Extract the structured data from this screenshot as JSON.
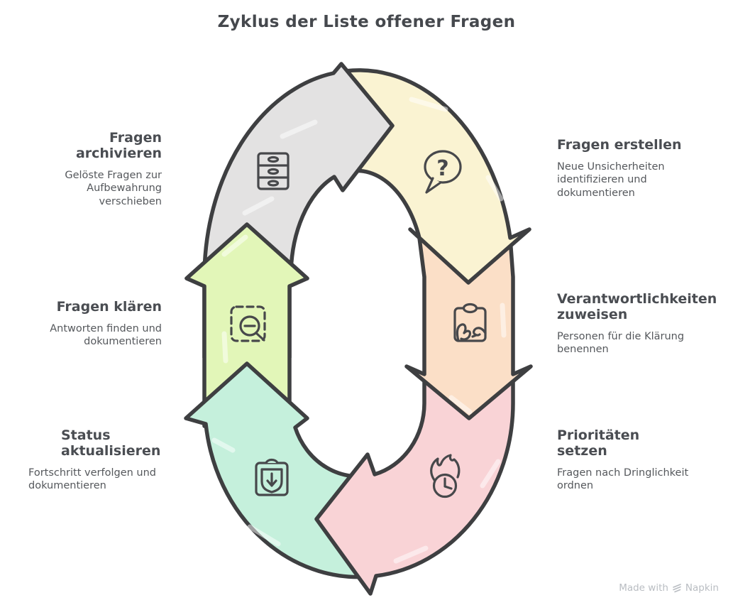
{
  "title": "Zyklus der Liste offener Fragen",
  "watermark": {
    "prefix": "Made with",
    "brand": "Napkin"
  },
  "stroke_color": "#3E3F41",
  "steps": [
    {
      "id": "fragen-erstellen",
      "label": "Fragen erstellen",
      "description": "Neue Unsicherheiten\nidentifizieren und\ndokumentieren",
      "color": "#FAF3D2",
      "icon": "question-speech-bubble-icon"
    },
    {
      "id": "verantwortlichkeiten-zuweisen",
      "label": "Verantwortlichkeiten\nzuweisen",
      "description": "Personen für die Klärung\nbenennen",
      "color": "#FBDFC7",
      "icon": "clipboard-hands-icon"
    },
    {
      "id": "prioritaeten-setzen",
      "label": "Prioritäten\nsetzen",
      "description": "Fragen nach Dringlichkeit\nordnen",
      "color": "#F9D3D6",
      "icon": "urgency-flame-clock-icon"
    },
    {
      "id": "status-aktualisieren",
      "label": "Status\naktualisieren",
      "description": "Fortschritt verfolgen und\ndokumentieren",
      "color": "#C5F0DC",
      "icon": "status-shield-download-icon"
    },
    {
      "id": "fragen-klaeren",
      "label": "Fragen klären",
      "description": "Antworten finden und\ndokumentieren",
      "color": "#E2F6B8",
      "icon": "zoom-selection-icon"
    },
    {
      "id": "fragen-archivieren",
      "label": "Fragen\narchivieren",
      "description": "Gelöste Fragen zur\nAufbewahrung\nverschieben",
      "color": "#E3E2E2",
      "icon": "archive-drawers-icon"
    }
  ]
}
